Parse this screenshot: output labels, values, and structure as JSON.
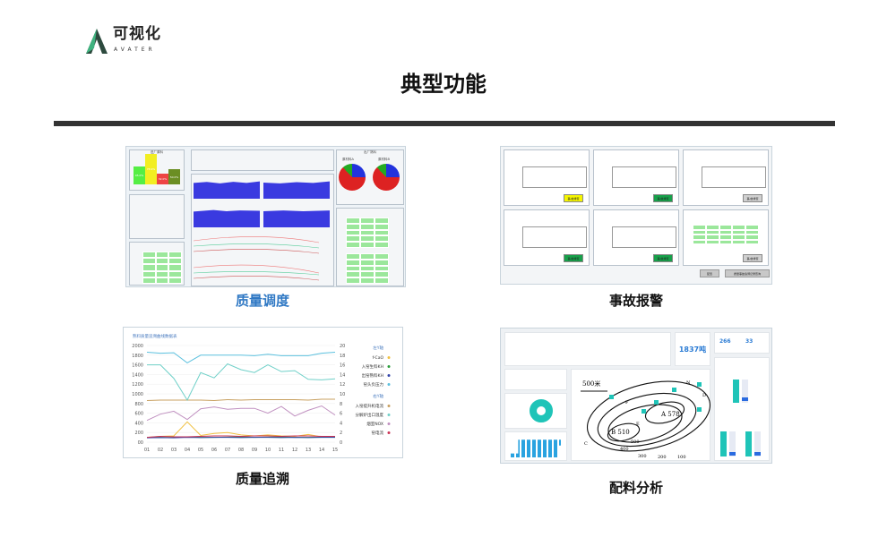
{
  "logo": {
    "cn": "可视化",
    "en": "AVATER"
  },
  "title": "典型功能",
  "captions": {
    "quality_dispatch": "质量调度",
    "incident_alarm": "事故报警",
    "quality_trace": "质量追溯",
    "batching": "配料分析"
  },
  "dispatch": {
    "in_plant": "进厂原料",
    "out_plant": "出厂熟料",
    "pie_left": "原材料A",
    "pie_right": "原材料B",
    "bars": [
      {
        "color": "#55ee44",
        "value": "45.0%"
      },
      {
        "color": "#f2ee22",
        "value": "78.9%"
      },
      {
        "color": "#ee4444",
        "value": "32.0%"
      },
      {
        "color": "#6b8e23",
        "value": "50.0%"
      }
    ]
  },
  "alarm": {
    "btn_handle": "事/故排查",
    "btn_config": "配置",
    "btn_query": "质量事故追溯记录查询",
    "colors": [
      "#f5f500",
      "#17a04a",
      "#d0d0d0",
      "#17a04a",
      "#17a04a",
      "#d0d0d0"
    ]
  },
  "batching": {
    "big_value": "1837吨",
    "stat1": "266",
    "stat2": "33",
    "scale": "500米",
    "peaks": [
      "A 578",
      "B 510"
    ],
    "contours": [
      "500",
      "400",
      "300",
      "200",
      "100"
    ],
    "points": [
      "C",
      "D",
      "E",
      "F",
      "N"
    ]
  },
  "chart_data": {
    "type": "line",
    "title": "熟料质量追溯曲线数据表",
    "categories": [
      "01",
      "02",
      "03",
      "04",
      "05",
      "06",
      "07",
      "08",
      "09",
      "10",
      "11",
      "12",
      "13",
      "14",
      "15"
    ],
    "ylim_left": [
      0,
      2000
    ],
    "ylim_right": [
      0,
      20
    ],
    "left_ticks": [
      "00",
      "200",
      "400",
      "600",
      "800",
      "1000",
      "1200",
      "1400",
      "1600",
      "1800",
      "2000"
    ],
    "right_ticks": [
      "0",
      "2",
      "4",
      "6",
      "8",
      "10",
      "12",
      "14",
      "16",
      "18",
      "20"
    ],
    "legend_left_title": "左Y轴",
    "legend_right_title": "右Y轴",
    "series": [
      {
        "name": "f-CaO",
        "axis": "left",
        "color": "#f0c040",
        "values": [
          100,
          120,
          130,
          420,
          140,
          180,
          200,
          150,
          130,
          150,
          130,
          120,
          160,
          110,
          110
        ]
      },
      {
        "name": "入窑生料KH",
        "axis": "left",
        "color": "#2a9d3a",
        "values": [
          100,
          100,
          95,
          110,
          100,
          100,
          105,
          110,
          100,
          105,
          110,
          100,
          100,
          105,
          110
        ]
      },
      {
        "name": "出窑熟料KH",
        "axis": "left",
        "color": "#3344aa",
        "values": [
          90,
          95,
          90,
          100,
          95,
          100,
          100,
          95,
          100,
          100,
          95,
          100,
          95,
          100,
          100
        ]
      },
      {
        "name": "窑头负压力",
        "axis": "left",
        "color": "#5bc0de",
        "values": [
          1860,
          1840,
          1850,
          1640,
          1800,
          1800,
          1800,
          1800,
          1790,
          1820,
          1790,
          1790,
          1790,
          1840,
          1860
        ]
      },
      {
        "name": "入窑提升机电流",
        "axis": "right",
        "color": "#c8a060",
        "values": [
          8.6,
          8.7,
          8.7,
          8.7,
          8.7,
          8.6,
          8.8,
          8.7,
          8.8,
          8.8,
          8.8,
          8.8,
          8.7,
          8.9,
          8.9
        ]
      },
      {
        "name": "分解炉出口温度",
        "axis": "right",
        "color": "#6fd0c8",
        "values": [
          16,
          16,
          13.2,
          8.7,
          14.4,
          13.3,
          16.2,
          15,
          14.4,
          16,
          14.6,
          14.8,
          13,
          12.9,
          13.1
        ]
      },
      {
        "name": "烟室NOX",
        "axis": "right",
        "color": "#c090c0",
        "values": [
          4.5,
          5.8,
          6.4,
          4.7,
          6.9,
          7.3,
          6.8,
          7,
          7,
          6,
          7.4,
          5.4,
          6.6,
          7.5,
          5.6
        ]
      },
      {
        "name": "窑电流",
        "axis": "right",
        "color": "#cc3355",
        "values": [
          1,
          1.2,
          1.1,
          1.1,
          1.2,
          1.3,
          1.3,
          1.2,
          1.3,
          1.3,
          1.2,
          1.3,
          1.3,
          1.2,
          1.2
        ]
      }
    ]
  }
}
